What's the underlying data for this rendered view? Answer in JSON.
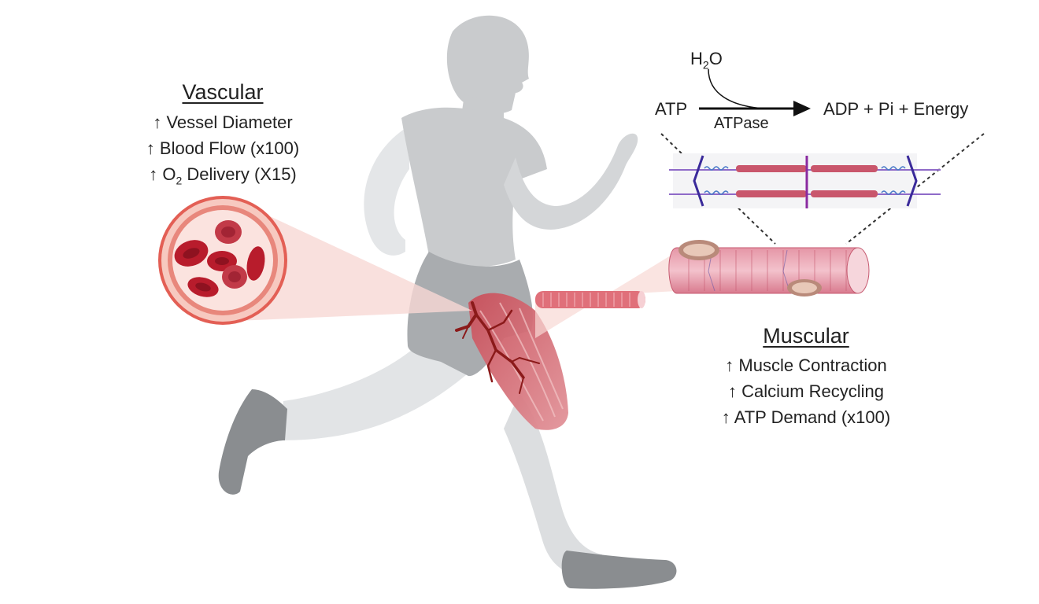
{
  "vascular": {
    "heading": "Vascular",
    "effects": [
      {
        "arrow": "↑",
        "text": "Vessel Diameter"
      },
      {
        "arrow": "↑",
        "text": "Blood Flow (x100)"
      },
      {
        "arrow": "↑",
        "text_prefix": "O",
        "text_sub": "2",
        "text_suffix": " Delivery (X15)"
      }
    ]
  },
  "muscular": {
    "heading": "Muscular",
    "effects": [
      {
        "arrow": "↑",
        "text": "Muscle Contraction"
      },
      {
        "arrow": "↑",
        "text": "Calcium Recycling"
      },
      {
        "arrow": "↑",
        "text": "ATP Demand (x100)"
      }
    ]
  },
  "reaction": {
    "water_prefix": "H",
    "water_sub": "2",
    "water_suffix": "O",
    "reactant": "ATP",
    "enzyme": "ATPase",
    "products": "ADP + Pi + Energy"
  },
  "colors": {
    "body": "#d4d6d8",
    "body_dark": "#b9bcbf",
    "shoe": "#8a8d90",
    "muscle": "#d46a6f",
    "vessel": "#8b1a1a",
    "rbc": "#b81c2c",
    "myosin": "#c9566c",
    "zdisc": "#3a2a9a",
    "mline": "#8a2aa0"
  }
}
